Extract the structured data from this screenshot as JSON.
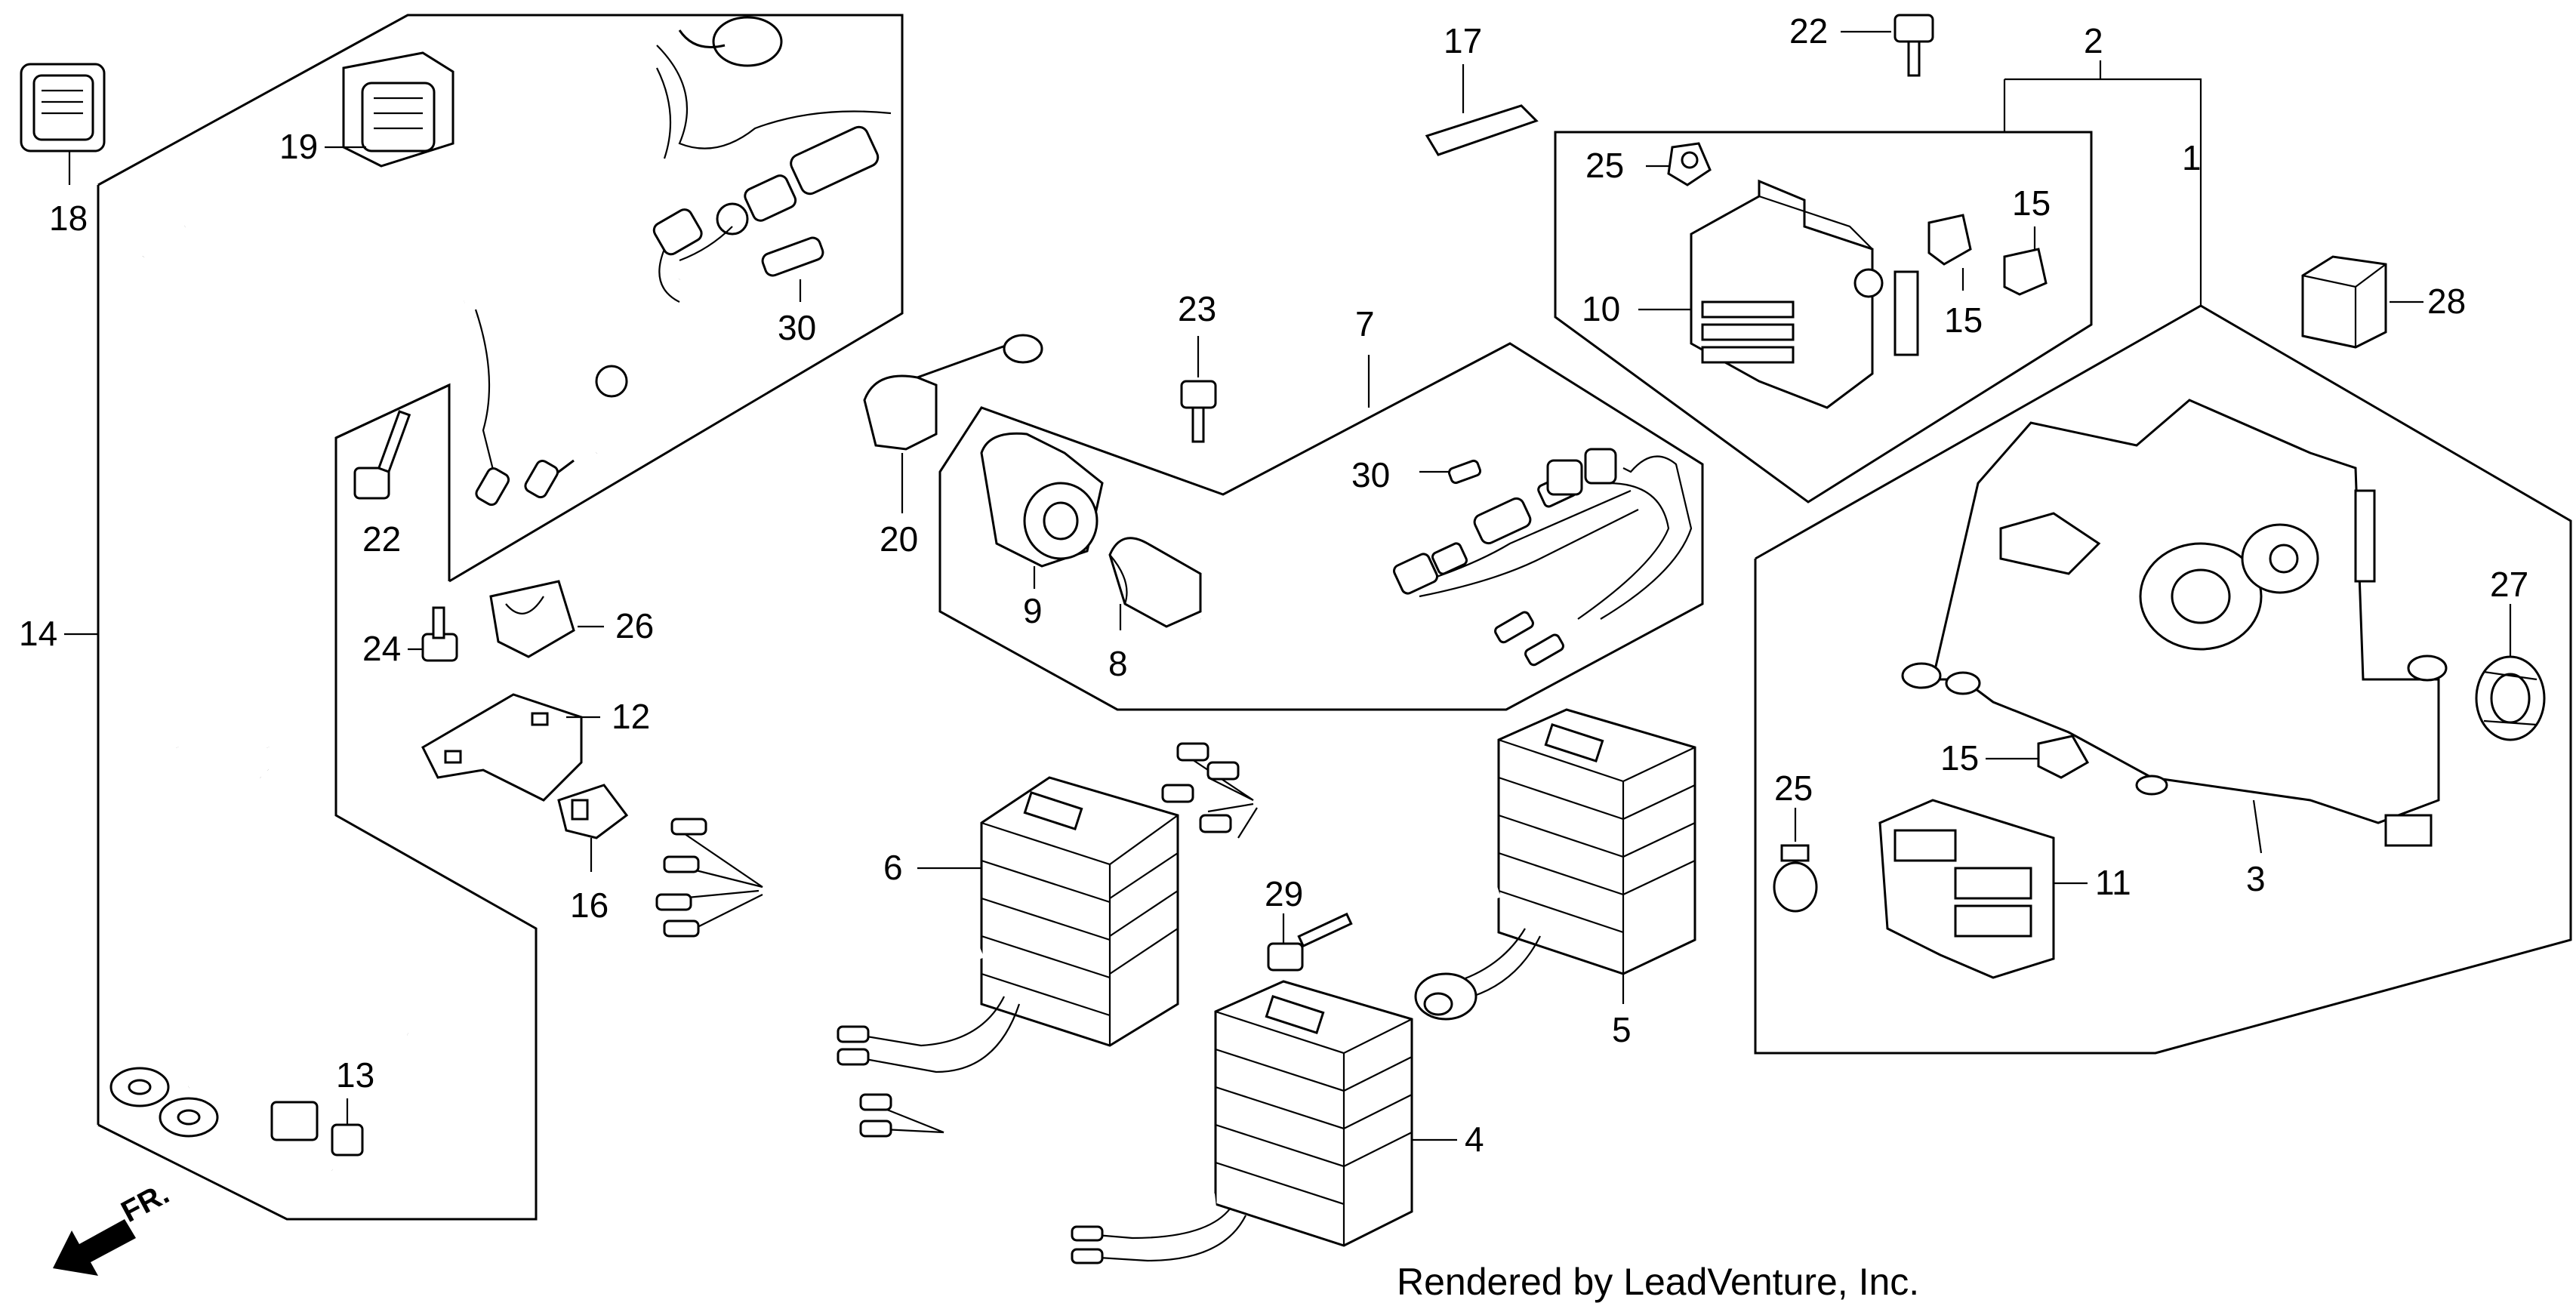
{
  "credit": "Rendered by LeadVenture, Inc.",
  "direction": "FR.",
  "labels": {
    "p1": "1",
    "p2": "2",
    "p3": "3",
    "p4": "4",
    "p5": "5",
    "p6": "6",
    "p7": "7",
    "p8": "8",
    "p9": "9",
    "p10": "10",
    "p11": "11",
    "p12": "12",
    "p13": "13",
    "p14": "14",
    "p15a": "15",
    "p15b": "15",
    "p15c": "15",
    "p16": "16",
    "p17": "17",
    "p18": "18",
    "p19": "19",
    "p20": "20",
    "p22a": "22",
    "p22b": "22",
    "p23": "23",
    "p24": "24",
    "p25a": "25",
    "p25b": "25",
    "p26": "26",
    "p27": "27",
    "p28": "28",
    "p29": "29",
    "p30a": "30",
    "p30b": "30"
  }
}
